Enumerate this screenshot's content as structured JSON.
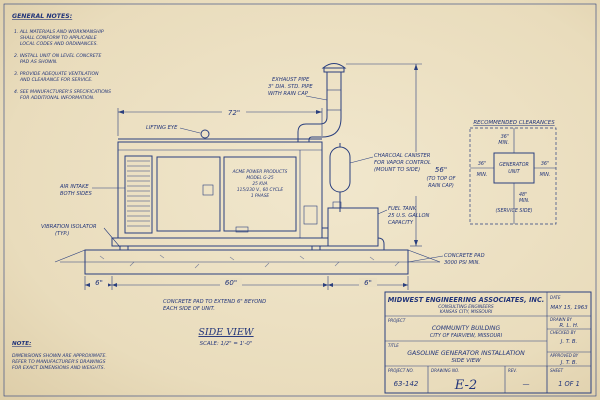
{
  "notes": {
    "title": "GENERAL NOTES:",
    "items": [
      [
        "1. ALL MATERIALS AND WORKMANSHIP",
        "SHALL CONFORM TO APPLICABLE",
        "LOCAL CODES AND ORDINANCES."
      ],
      [
        "2. INSTALL UNIT ON LEVEL CONCRETE",
        "PAD AS SHOWN."
      ],
      [
        "3. PROVIDE ADEQUATE VENTILATION",
        "AND CLEARANCE FOR SERVICE."
      ],
      [
        "4. SEE MANUFACTURER'S SPECIFICATIONS",
        "FOR ADDITIONAL INFORMATION."
      ]
    ]
  },
  "callouts": {
    "exhaust": [
      "EXHAUST PIPE",
      "3\" DIA. STD. PIPE",
      "WITH RAIN CAP"
    ],
    "lifting_eye": "LIFTING EYE",
    "canister": [
      "CHARCOAL CANISTER",
      "FOR VAPOR CONTROL",
      "(MOUNT TO SIDE)"
    ],
    "air_intake": [
      "AIR INTAKE",
      "BOTH SIDES"
    ],
    "fuel_tank": [
      "FUEL TANK",
      "25 U.S. GALLON",
      "CAPACITY"
    ],
    "isolator": [
      "VIBRATION ISOLATOR",
      "(TYP.)"
    ],
    "concrete_pad": [
      "CONCRETE PAD",
      "3000 PSI MIN."
    ],
    "pad_extend": [
      "CONCRETE PAD TO EXTEND 6\" BEYOND",
      "EACH SIDE OF UNIT."
    ],
    "nameplate": [
      "ACME POWER PRODUCTS",
      "MODEL G-25",
      "25 KVA",
      "115/230 V., 60 CYCLE",
      "1 PHASE"
    ]
  },
  "dimensions": {
    "width_72": "72\"",
    "height_56": [
      "56\"",
      "(TO TOP OF",
      "RAIN CAP)"
    ],
    "pad_left": "6\"",
    "pad_mid": "60\"",
    "pad_right": "6\""
  },
  "clearances": {
    "title": "RECOMMENDED CLEARANCES",
    "top": [
      "36\"",
      "MIN."
    ],
    "left": [
      "36\"",
      "MIN."
    ],
    "right": [
      "36\"",
      "MIN."
    ],
    "bottom": [
      "48\"",
      "MIN.",
      "(SERVICE SIDE)"
    ],
    "box": [
      "GENERATOR",
      "UNIT"
    ]
  },
  "view": {
    "title": "SIDE VIEW",
    "scale": "SCALE: 1/2\" = 1'-0\""
  },
  "bottom_notes": {
    "title": "NOTE:",
    "lines": [
      "DIMENSIONS SHOWN ARE APPROXIMATE.",
      "REFER TO MANUFACTURER'S DRAWINGS",
      "FOR EXACT DIMENSIONS AND WEIGHTS."
    ]
  },
  "title_block": {
    "company": "MIDWEST ENGINEERING ASSOCIATES, INC.",
    "sub1": "CONSULTING ENGINEERS",
    "sub2": "KANSAS CITY, MISSOURI",
    "date_label": "DATE",
    "date": "MAY 15, 1963",
    "project_label": "PROJECT",
    "project": [
      "COMMUNITY BUILDING",
      "CITY OF FAIRVIEW, MISSOURI"
    ],
    "drawn_label": "DRAWN BY",
    "drawn": "R. L. H.",
    "checked_label": "CHECKED BY",
    "checked": "J. T. B.",
    "title_label": "TITLE",
    "title": [
      "GASOLINE GENERATOR INSTALLATION",
      "SIDE VIEW"
    ],
    "approved_label": "APPROVED BY",
    "approved": "J. T. B.",
    "project_no_label": "PROJECT NO.",
    "project_no": "63-142",
    "drawing_no_label": "DRAWING NO.",
    "drawing_no": "E-2",
    "rev_label": "REV.",
    "rev": "—",
    "sheet_label": "SHEET",
    "sheet": "1 OF 1"
  }
}
